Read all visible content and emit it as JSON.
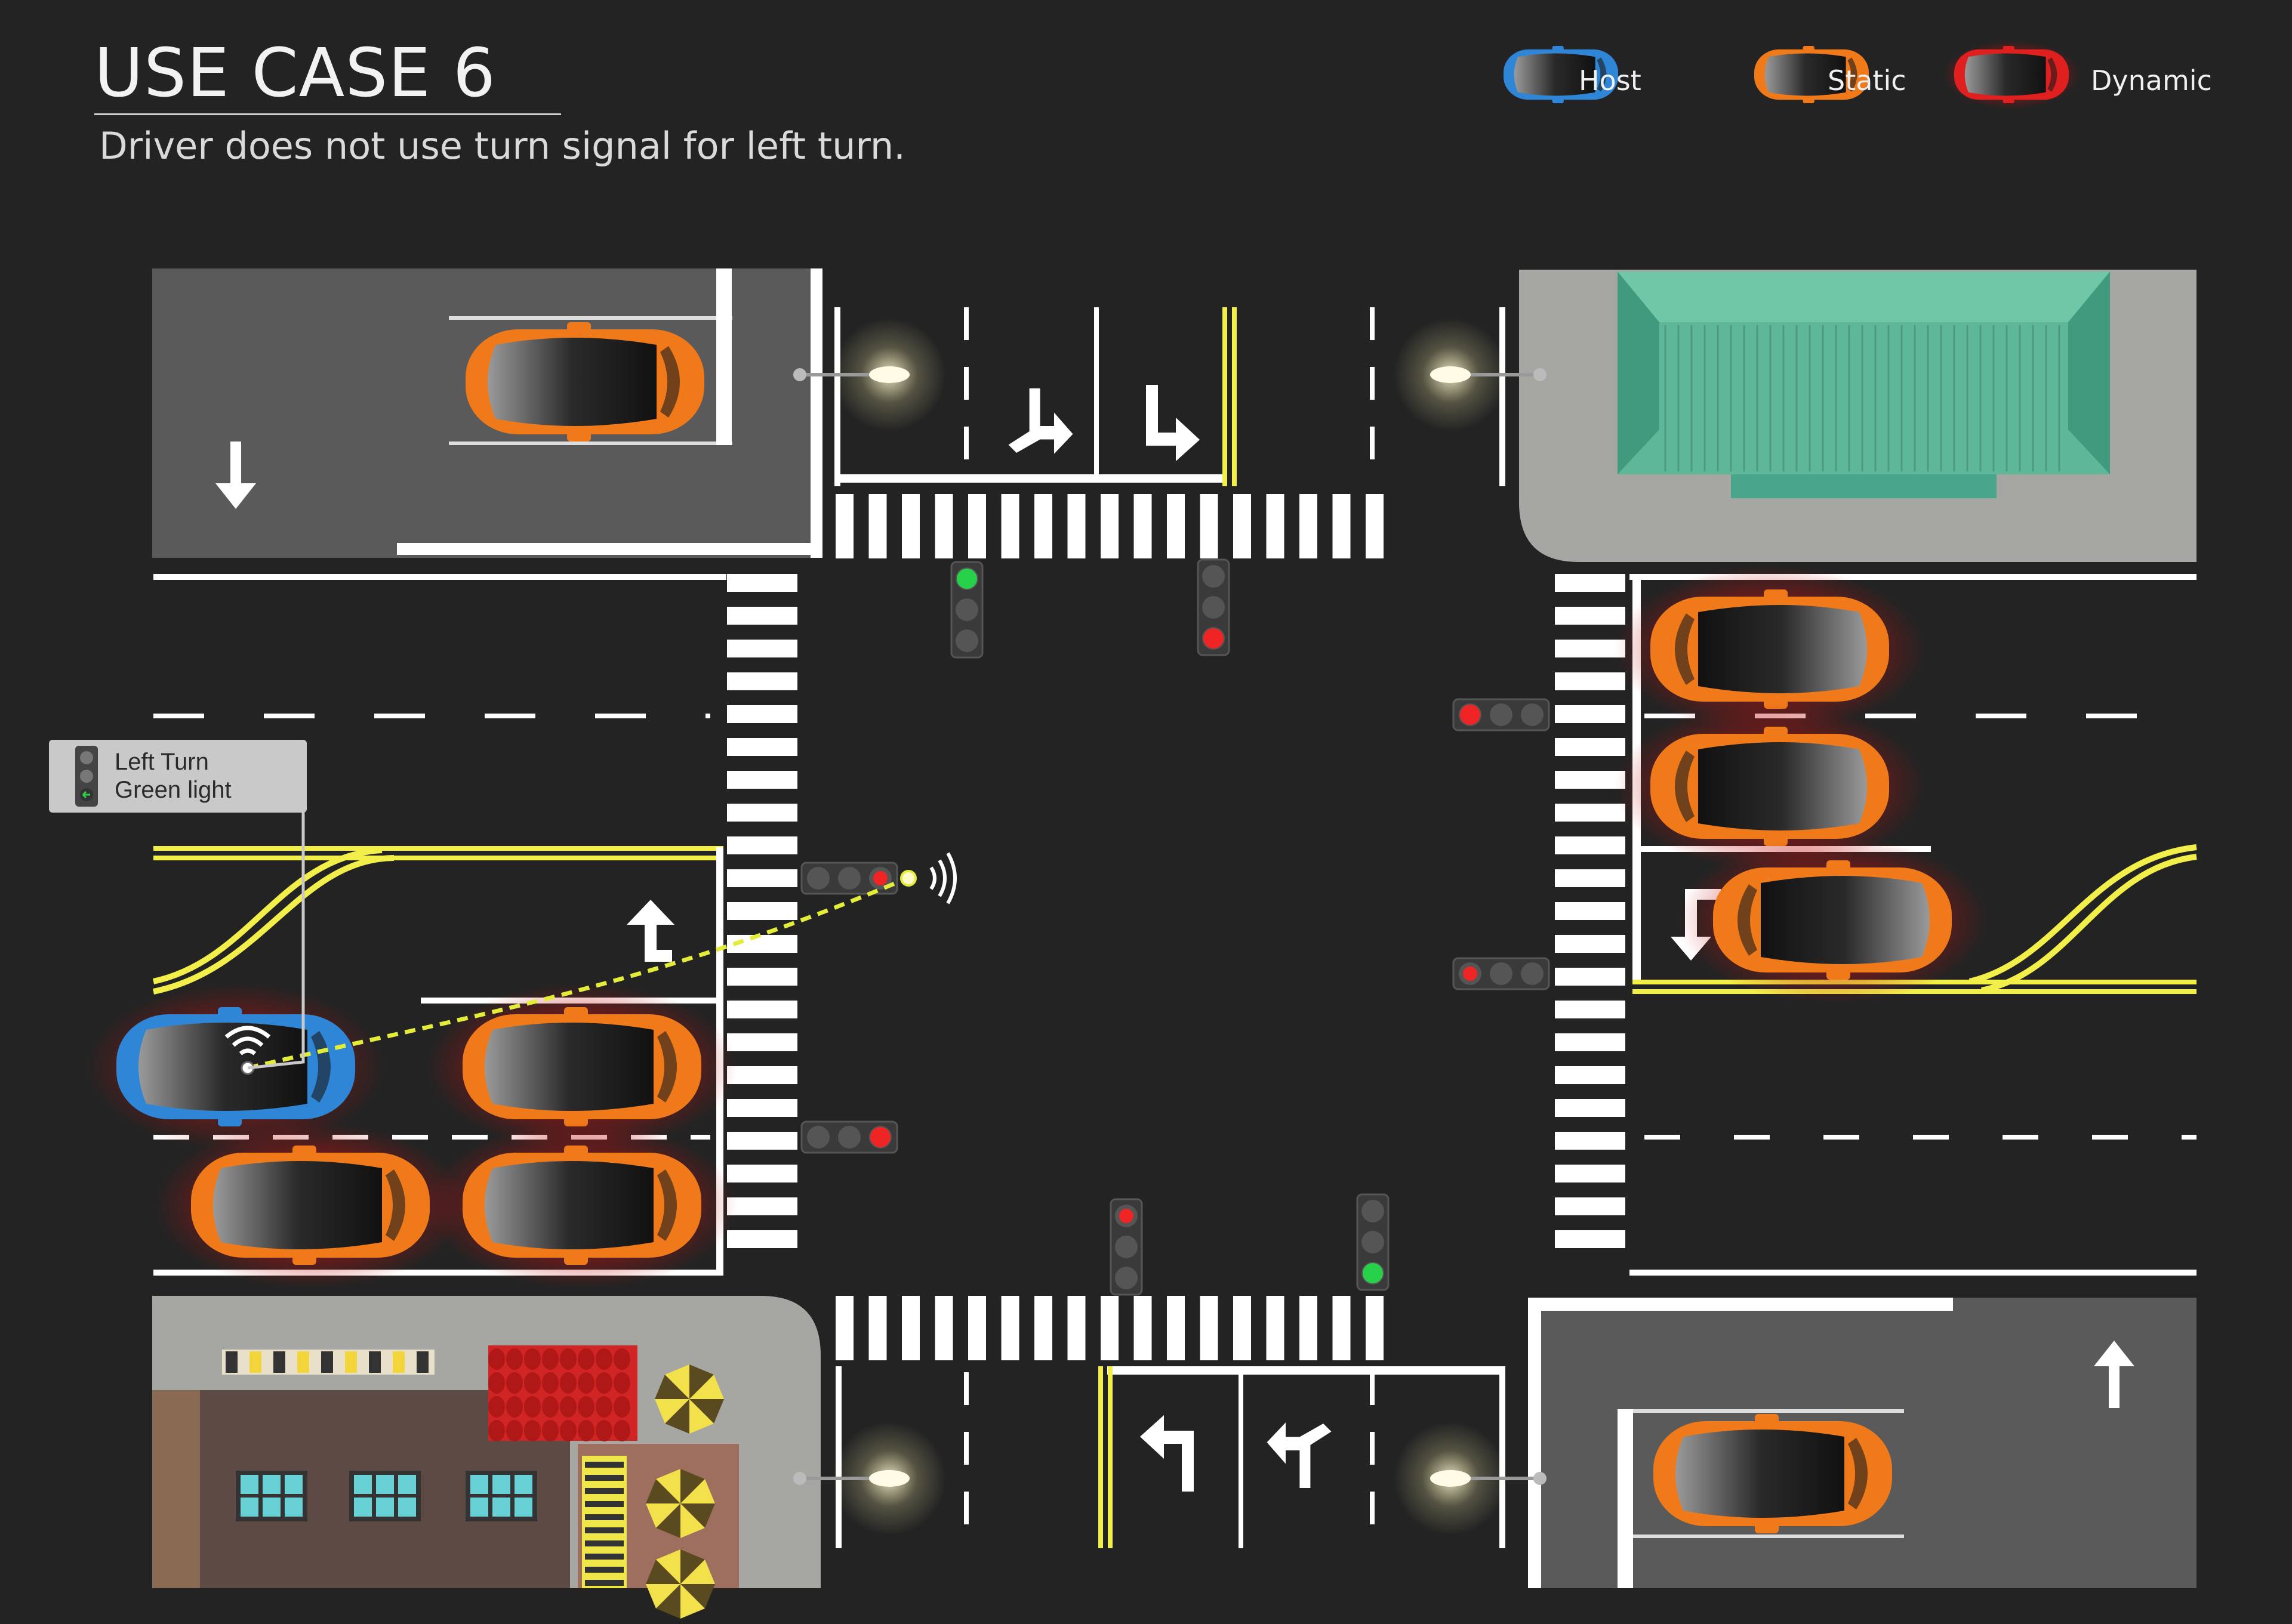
{
  "title": "USE CASE 6",
  "subtitle": "Driver does not use turn signal for left turn.",
  "legend": [
    {
      "label": "Host",
      "color": "#2f86d6"
    },
    {
      "label": "Static",
      "color": "#f07a1a"
    },
    {
      "label": "Dynamic",
      "color": "#e01f1f"
    }
  ],
  "callout": {
    "line1": "Left Turn",
    "line2": "Green light"
  },
  "colors": {
    "road": "#232323",
    "sidewalk_dark": "#5a5a5a",
    "sidewalk_light": "#a6a6a2",
    "lane_marking": "#ffffff",
    "yellow_line": "#f2ee4a",
    "building_green": "#5fb79a",
    "host_car": "#2f86d6",
    "static_car": "#f07a1a",
    "dynamic_glow": "#e01f1f",
    "signal_green": "#27d24a",
    "signal_red": "#ef2424",
    "v2x_link": "#e4ec3a"
  },
  "icons": [
    "arrow-down-icon",
    "arrow-up-icon",
    "turn-left-arrow-icon",
    "turn-right-arrow-icon",
    "wifi-signal-icon",
    "traffic-light-icon",
    "street-lamp-icon",
    "umbrella-icon"
  ]
}
